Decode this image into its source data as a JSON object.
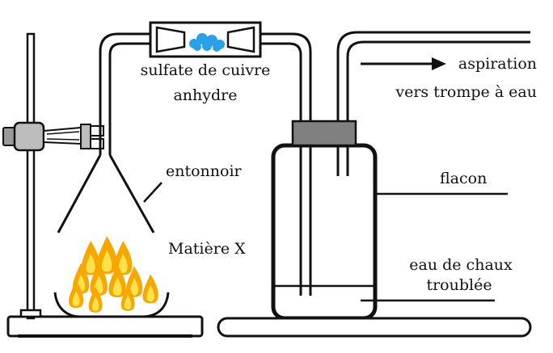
{
  "labels": {
    "sulfate_line1": "sulfate de cuivre",
    "sulfate_line2": "anhydre",
    "aspiration": "aspiration",
    "vers_trompe": "vers trompe à eau",
    "entonnoir": "entonnoir",
    "flacon": "flacon",
    "matiere": "Matière X",
    "eau_line1": "eau de chaux",
    "eau_line2": "troublée"
  },
  "colors": {
    "ink": "#111111",
    "stopper": "#808080",
    "clamp": "#9a9a9a",
    "crystals": "#2aa0e6",
    "flame_outer": "#f6a800",
    "flame_inner": "#ffe14a",
    "flame_core": "#e85a0c"
  }
}
